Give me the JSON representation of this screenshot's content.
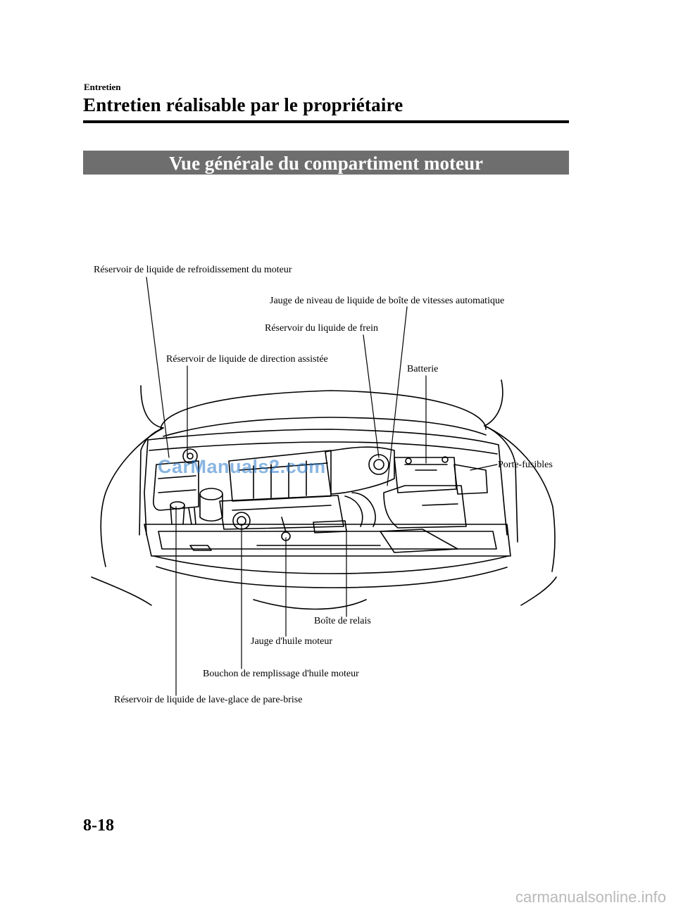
{
  "header": {
    "section": "Entretien",
    "title": "Entretien réalisable par le propriétaire",
    "banner": "Vue générale du compartiment moteur"
  },
  "labels": {
    "coolant": "Réservoir de liquide de refroidissement du moteur",
    "atf": "Jauge de niveau de liquide de boîte de vitesses automatique",
    "brake": "Réservoir du liquide de frein",
    "steering": "Réservoir de liquide de direction assistée",
    "battery": "Batterie",
    "fuse": "Porte-fusibles",
    "relay": "Boîte de relais",
    "dipstick": "Jauge d'huile moteur",
    "oilcap": "Bouchon de remplissage d'huile moteur",
    "washer": "Réservoir de liquide de lave-glace de pare-brise"
  },
  "watermark": "CarManuals2.com",
  "page_number": "8-18",
  "footer": "carmanualsonline.info"
}
